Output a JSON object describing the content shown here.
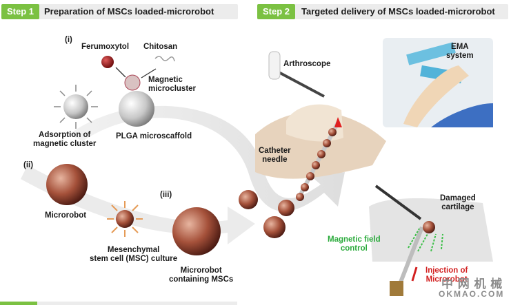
{
  "step1": {
    "badge": "Step 1",
    "title": "Preparation of MSCs loaded-microrobot"
  },
  "step2": {
    "badge": "Step 2",
    "title": "Targeted delivery of MSCs loaded-microrobot"
  },
  "labels": {
    "i": "(i)",
    "ferumoxytol": "Ferumoxytol",
    "chitosan": "Chitosan",
    "magnetic_microcluster": "Magnetic\nmicrocluster",
    "adsorption": "Adsorption of\nmagnetic cluster",
    "plga": "PLGA microscaffold",
    "ii": "(ii)",
    "microrobot": "Microrobot",
    "iii": "(iii)",
    "msc_culture": "Mesenchymal\nstem cell (MSC) culture",
    "microrobot_msc": "Microrobot\ncontaining MSCs",
    "arthroscope": "Arthroscope",
    "ema": "EMA\nsystem",
    "catheter": "Catheter\nneedle",
    "damaged": "Damaged\ncartilage",
    "magnetic_field": "Magnetic field\ncontrol",
    "injection": "Injection of\nMicrorobot"
  },
  "watermark": {
    "cn": "中 网 机 械",
    "en": "OKMAO.COM"
  },
  "colors": {
    "step_badge": "#7bc142",
    "header_bg": "#ececec",
    "green_text": "#2bab3c",
    "red_text": "#d21f1f"
  }
}
